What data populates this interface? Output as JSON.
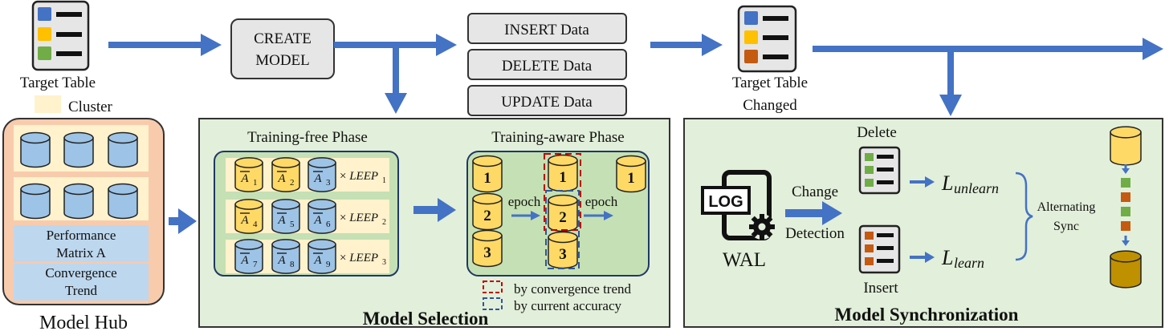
{
  "colors": {
    "arrow": "#4472C4",
    "panel_fill": "#E2EFDA",
    "panel_stroke": "#3B3B3B",
    "hub_fill": "#F8CBAD",
    "cluster_fill": "#FFF2CC",
    "metric_fill": "#BDD7EE",
    "cyl_blue": "#9DC3E6",
    "cyl_yellow": "#FFD966",
    "cyl_brown": "#BF9000",
    "sq_blue": "#4472C4",
    "sq_yellow": "#FFC000",
    "sq_green": "#70AD47",
    "sq_orange": "#C55A11",
    "btn_fill": "#E7E6E6",
    "red_dash": "#C00000",
    "blue_dash": "#2F5597"
  },
  "top": {
    "target_table_label": "Target Table",
    "create_model": [
      "CREATE",
      "MODEL"
    ],
    "data_ops": [
      "INSERT Data",
      "DELETE Data",
      "UPDATE Data"
    ],
    "changed_label": [
      "Target Table",
      "Changed"
    ]
  },
  "hub": {
    "legend_cluster": "Cluster",
    "performance": [
      "Performance",
      "Matrix A"
    ],
    "convergence": [
      "Convergence",
      "Trend"
    ],
    "title": "Model Hub"
  },
  "selection": {
    "title": "Model Selection",
    "free_title": "Training-free Phase",
    "aware_title": "Training-aware Phase",
    "rows": [
      {
        "models": [
          {
            "sub": "1",
            "color": "yellow"
          },
          {
            "sub": "2",
            "color": "yellow"
          },
          {
            "sub": "3",
            "color": "blue"
          }
        ],
        "leep": "LEEP",
        "leep_sub": "1"
      },
      {
        "models": [
          {
            "sub": "4",
            "color": "yellow"
          },
          {
            "sub": "5",
            "color": "blue"
          },
          {
            "sub": "6",
            "color": "blue"
          }
        ],
        "leep": "LEEP",
        "leep_sub": "2"
      },
      {
        "models": [
          {
            "sub": "7",
            "color": "blue"
          },
          {
            "sub": "8",
            "color": "blue"
          },
          {
            "sub": "9",
            "color": "blue"
          }
        ],
        "leep": "LEEP",
        "leep_sub": "3"
      }
    ],
    "stage1": [
      "1",
      "2",
      "3"
    ],
    "stage2": [
      "1",
      "2",
      "3"
    ],
    "stage3": [
      "1"
    ],
    "epoch": "epoch",
    "legend_red": "by convergence trend",
    "legend_blue": "by current accuracy"
  },
  "sync": {
    "title": "Model Synchronization",
    "log": "LOG",
    "wal": "WAL",
    "change_detection": [
      "Change",
      "Detection"
    ],
    "delete_label": "Delete",
    "insert_label": "Insert",
    "loss_unlearn_script": "L",
    "loss_unlearn_sub": "unlearn",
    "loss_learn_script": "L",
    "loss_learn_sub": "learn",
    "alternating": [
      "Alternating",
      "Sync"
    ]
  }
}
